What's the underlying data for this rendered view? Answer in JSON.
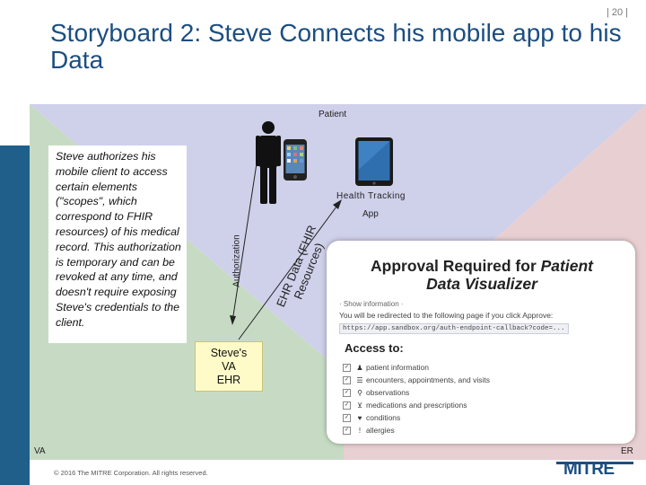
{
  "page_number": "| 20 |",
  "slide_title": "Storyboard 2: Steve Connects his mobile app to his Data",
  "diagram": {
    "patient_label": "Patient",
    "health_tracking_label": "Health Tracking",
    "app_label": "App",
    "description": "Steve authorizes his mobile client to access certain elements (\"scopes\", which correspond to FHIR resources) of his medical record. This authorization is temporary and can be revoked at any time, and doesn't require exposing Steve's credentials to the client.",
    "authorization_label": "Authorization",
    "ehr_data_label": "EHR Data (FHIR Resources)",
    "ehr_box_label": "Steve's\nVA\nEHR",
    "va_label": "VA",
    "er_label": "ER",
    "colors": {
      "patient_region": "#cfd0ea",
      "va_region": "#c7dbc4",
      "er_region": "#e8cfd2",
      "left_strip": "#1f5f8a",
      "ehr_box": "#fffbc8"
    }
  },
  "approval": {
    "title_prefix": "Approval Required for ",
    "title_italic": "Patient",
    "title_line2": "Data Visualizer",
    "requested_by": "· Show information ·",
    "redirect_text": "You will be redirected to the following page if you click Approve:",
    "redirect_url": "https://app.sandbox.org/auth-endpoint-callback?code=...",
    "access_heading": "Access to:",
    "scopes": [
      {
        "icon": "person-icon",
        "glyph": "♟",
        "label": "patient information"
      },
      {
        "icon": "list-icon",
        "glyph": "☰",
        "label": "encounters, appointments, and visits"
      },
      {
        "icon": "magnifier-icon",
        "glyph": "⚲",
        "label": "observations"
      },
      {
        "icon": "flask-icon",
        "glyph": "⊻",
        "label": "medications and prescriptions"
      },
      {
        "icon": "heart-icon",
        "glyph": "♥",
        "label": "conditions"
      },
      {
        "icon": "exclamation-icon",
        "glyph": "!",
        "label": "allergies"
      }
    ]
  },
  "footer": {
    "copyright": "© 2016 The MITRE Corporation. All rights reserved.",
    "logo_text": "MITRE"
  }
}
